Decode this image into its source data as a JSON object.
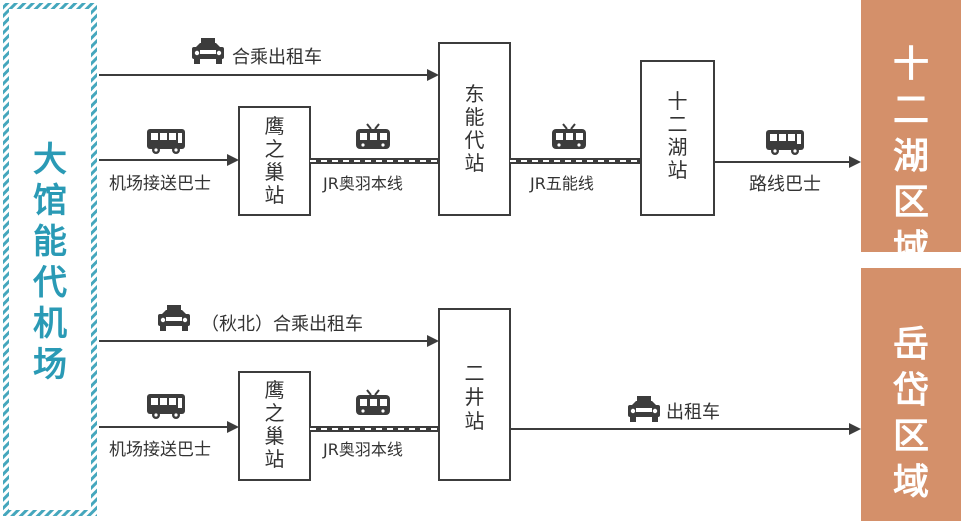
{
  "origin": {
    "name": "大馆能代机场"
  },
  "destinations": [
    {
      "name": "十二湖区域"
    },
    {
      "name": "岳岱区域"
    }
  ],
  "stations": {
    "takanosu": "鹰之巢站",
    "higashi_noshiro": "东能代站",
    "junikko": "十二湖站",
    "futatsui": "二井站"
  },
  "routes": {
    "taxi_shared": "合乘出租车",
    "airport_bus_top": "机场接送巴士",
    "jr_ou_top": "JR奥羽本线",
    "jr_gono": "JR五能线",
    "route_bus": "路线巴士",
    "taxi_shared_akita": "（秋北）合乘出租车",
    "airport_bus_bottom": "机场接送巴士",
    "jr_ou_bottom": "JR奥羽本线",
    "taxi": "出租车"
  },
  "icons": [
    "taxi-icon",
    "bus-icon",
    "train-icon"
  ],
  "colors": {
    "origin_border": "#45a7bd",
    "origin_text": "#2a9ab5",
    "destination_bg": "#d4906a",
    "line": "#3c3c3c",
    "text": "#333333"
  }
}
